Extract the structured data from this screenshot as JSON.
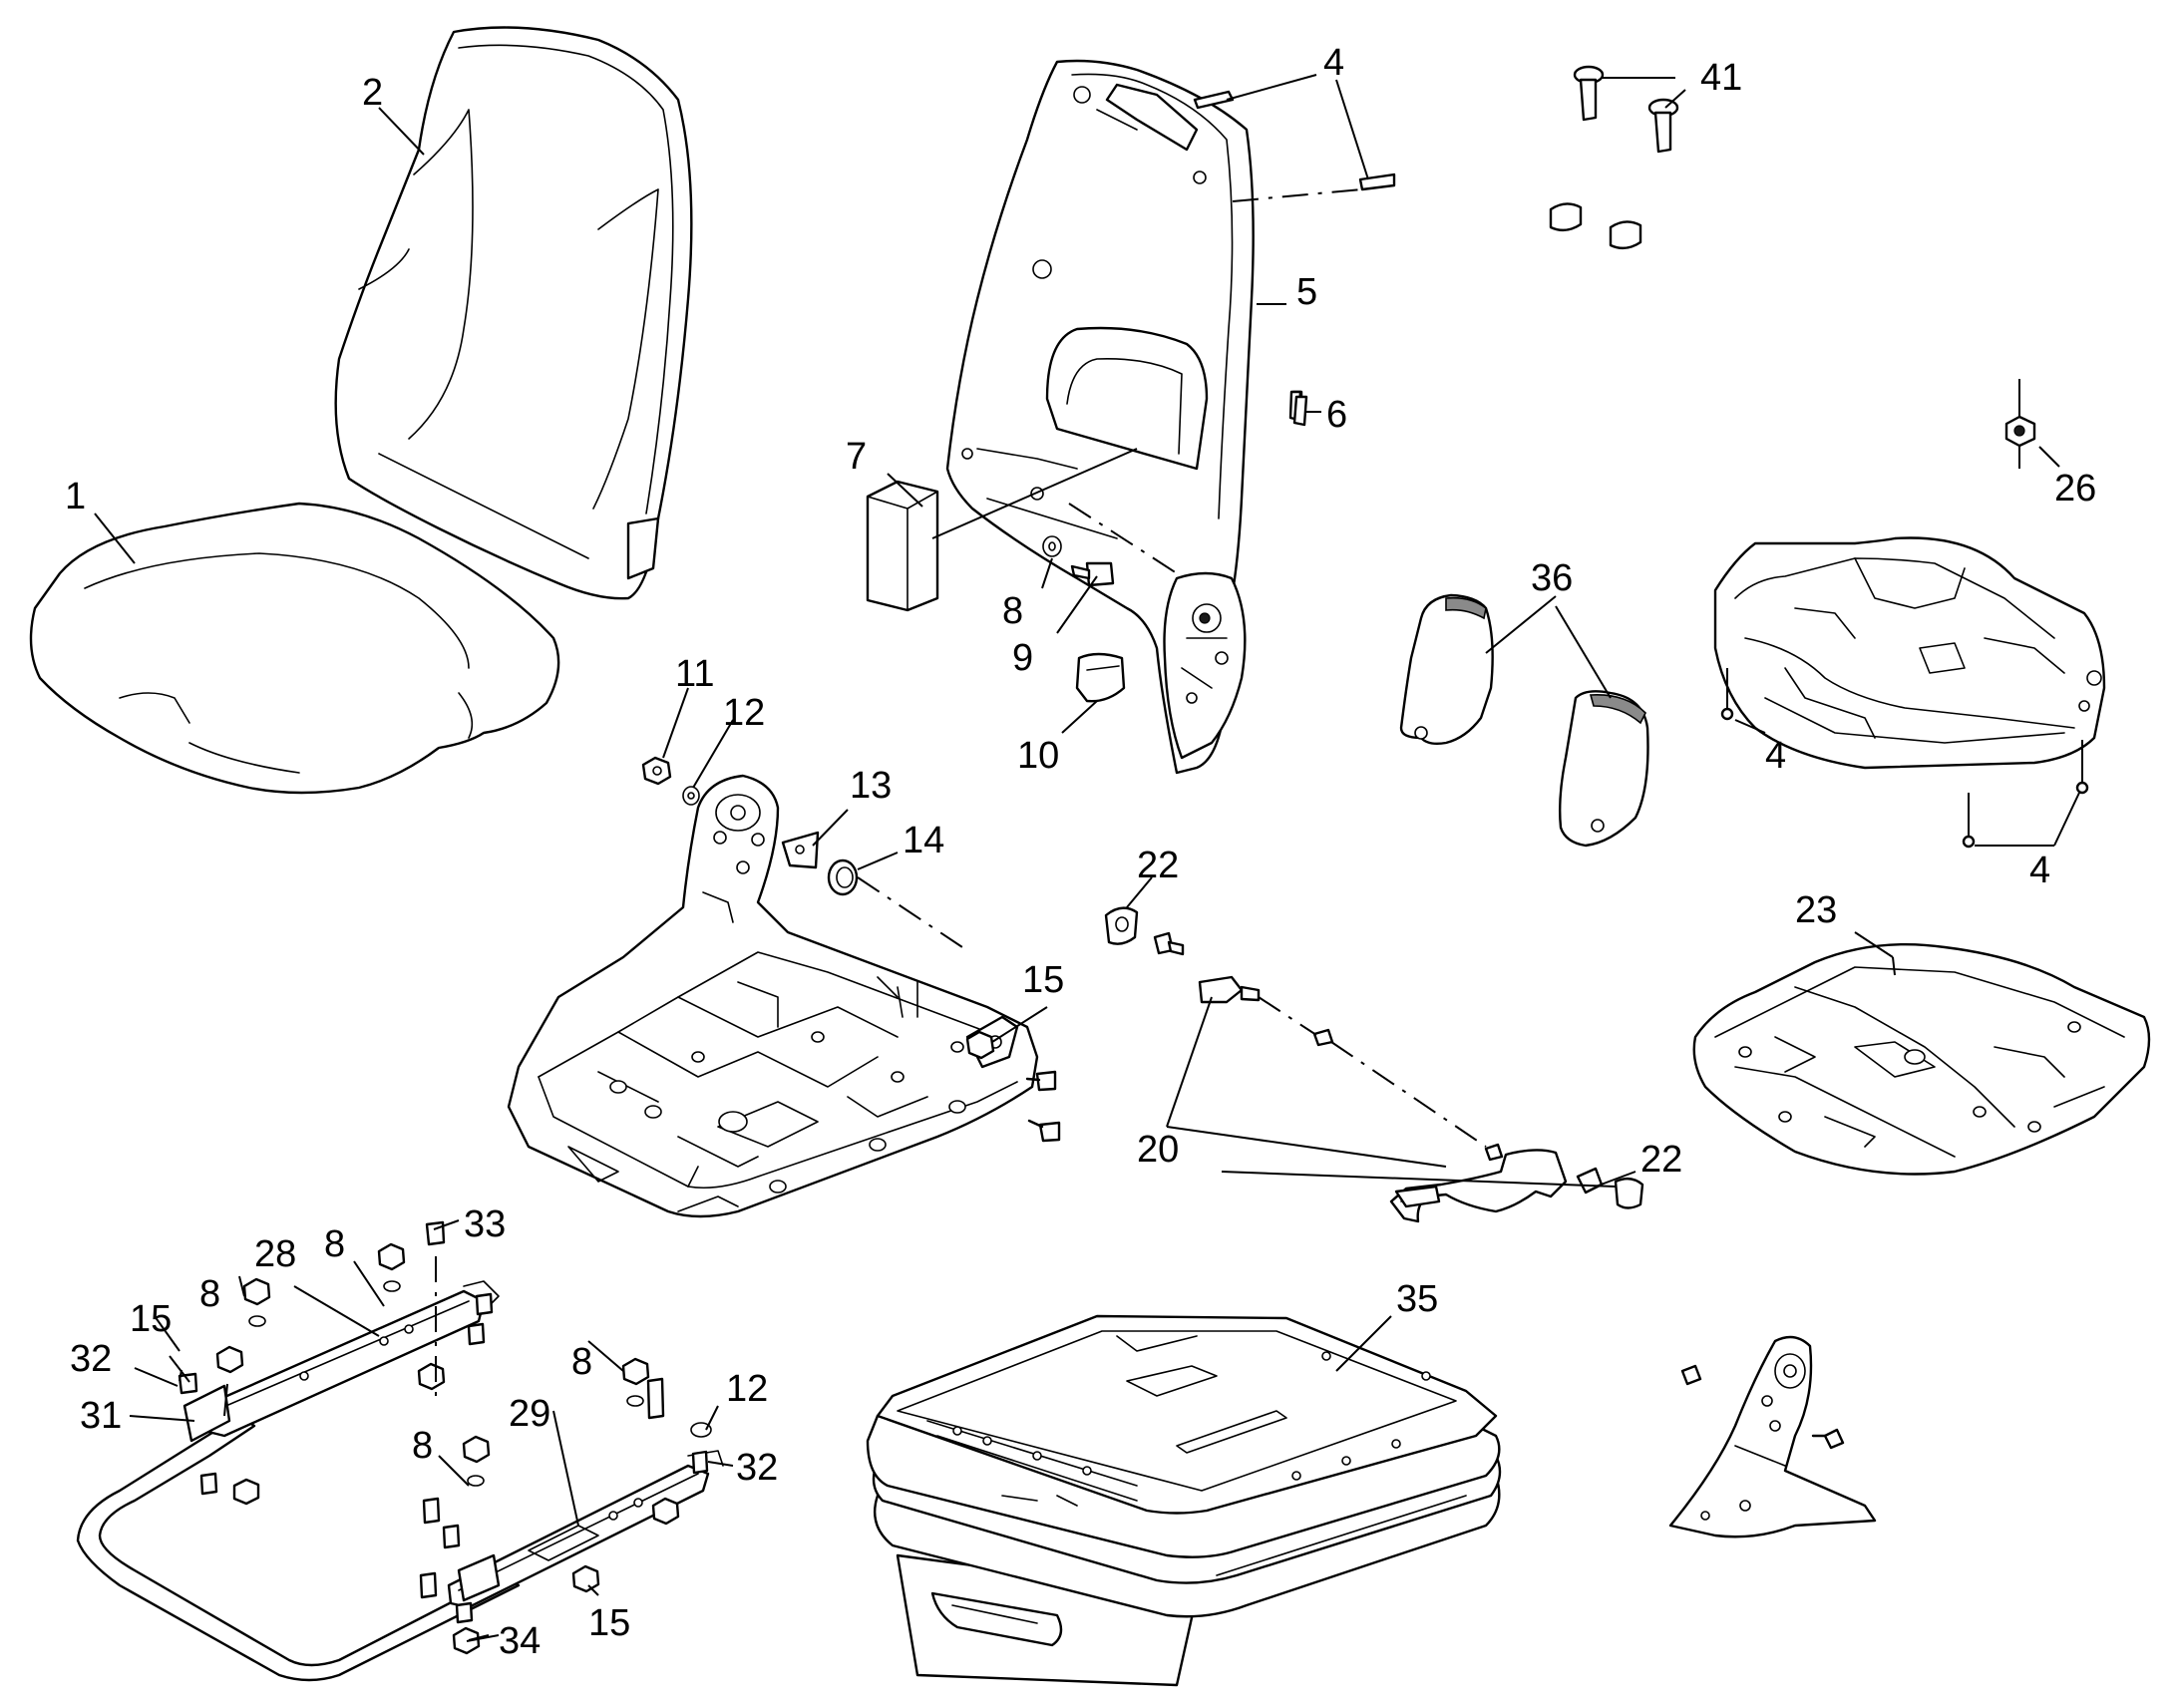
{
  "callouts": {
    "c1": "1",
    "c2": "2",
    "c4_top": "4",
    "c5": "5",
    "c6": "6",
    "c7": "7",
    "c8_mid": "8",
    "c9": "9",
    "c10": "10",
    "c11": "11",
    "c12_top": "12",
    "c13": "13",
    "c14": "14",
    "c15_mid": "15",
    "c20": "20",
    "c22_top": "22",
    "c22_bottom": "22",
    "c23": "23",
    "c26": "26",
    "c36": "36",
    "c41": "41",
    "c4_right_a": "4",
    "c4_right_b": "4",
    "c8_a": "8",
    "c8_b": "8",
    "c8_c": "8",
    "c8_d": "8",
    "c15_left": "15",
    "c15_bottom": "15",
    "c28": "28",
    "c29": "29",
    "c31": "31",
    "c32_left": "32",
    "c32_right": "32",
    "c33": "33",
    "c34": "34",
    "c35": "35",
    "c12_bottom": "12"
  }
}
